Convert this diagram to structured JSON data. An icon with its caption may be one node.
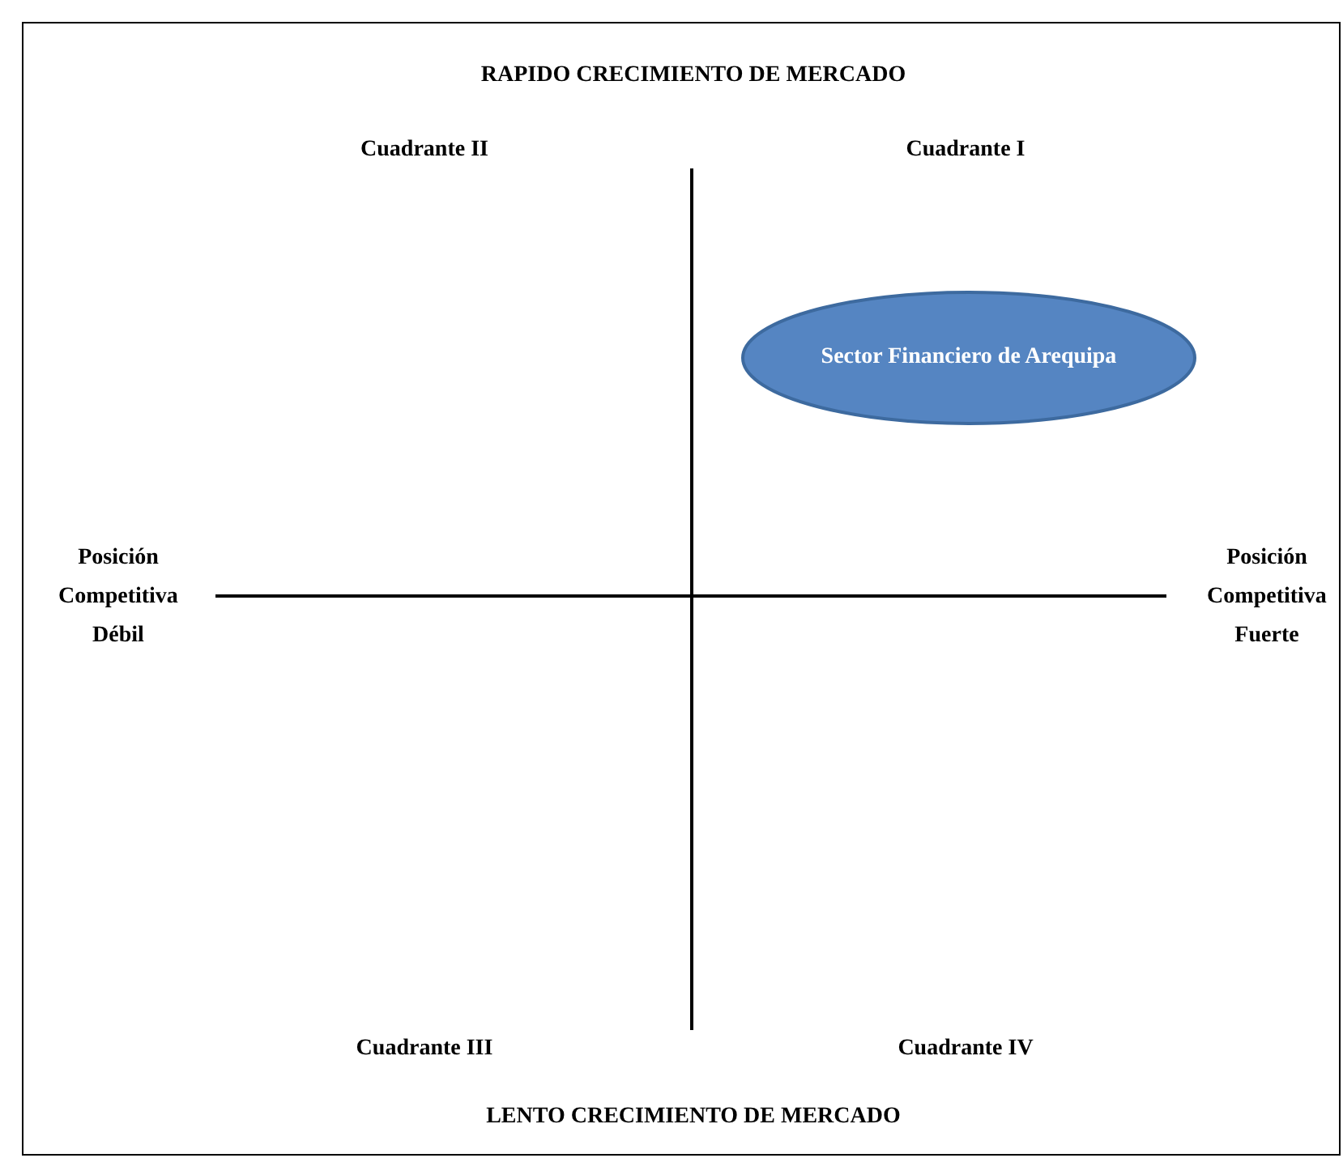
{
  "diagram": {
    "nodes": [
      {
        "text": [
          "Sector Financiero de Arequipa"
        ]
      }
    ],
    "labels": [
      "RAPIDO CRECIMIENTO DE MERCADO",
      "Cuadrante II",
      "Cuadrante I",
      "Posición Competitiva Débil",
      "Posición Competitiva Fuerte",
      "Cuadrante III",
      "Cuadrante IV",
      "LENTO CRECIMIENTO DE MERCADO"
    ]
  }
}
